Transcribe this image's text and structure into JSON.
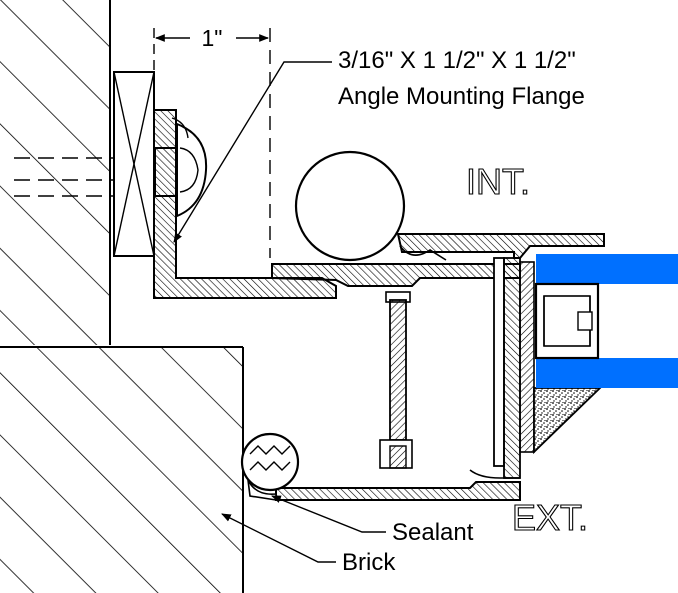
{
  "labels": {
    "dimension": "1\"",
    "flange_line1": "3/16\" X 1 1/2\" X 1 1/2\"",
    "flange_line2": "Angle Mounting Flange",
    "interior": "INT.",
    "exterior": "EXT.",
    "sealant": "Sealant",
    "brick": "Brick"
  },
  "colors": {
    "glass": "#0070FF",
    "ink": "#000000",
    "paper": "#FFFFFF"
  }
}
